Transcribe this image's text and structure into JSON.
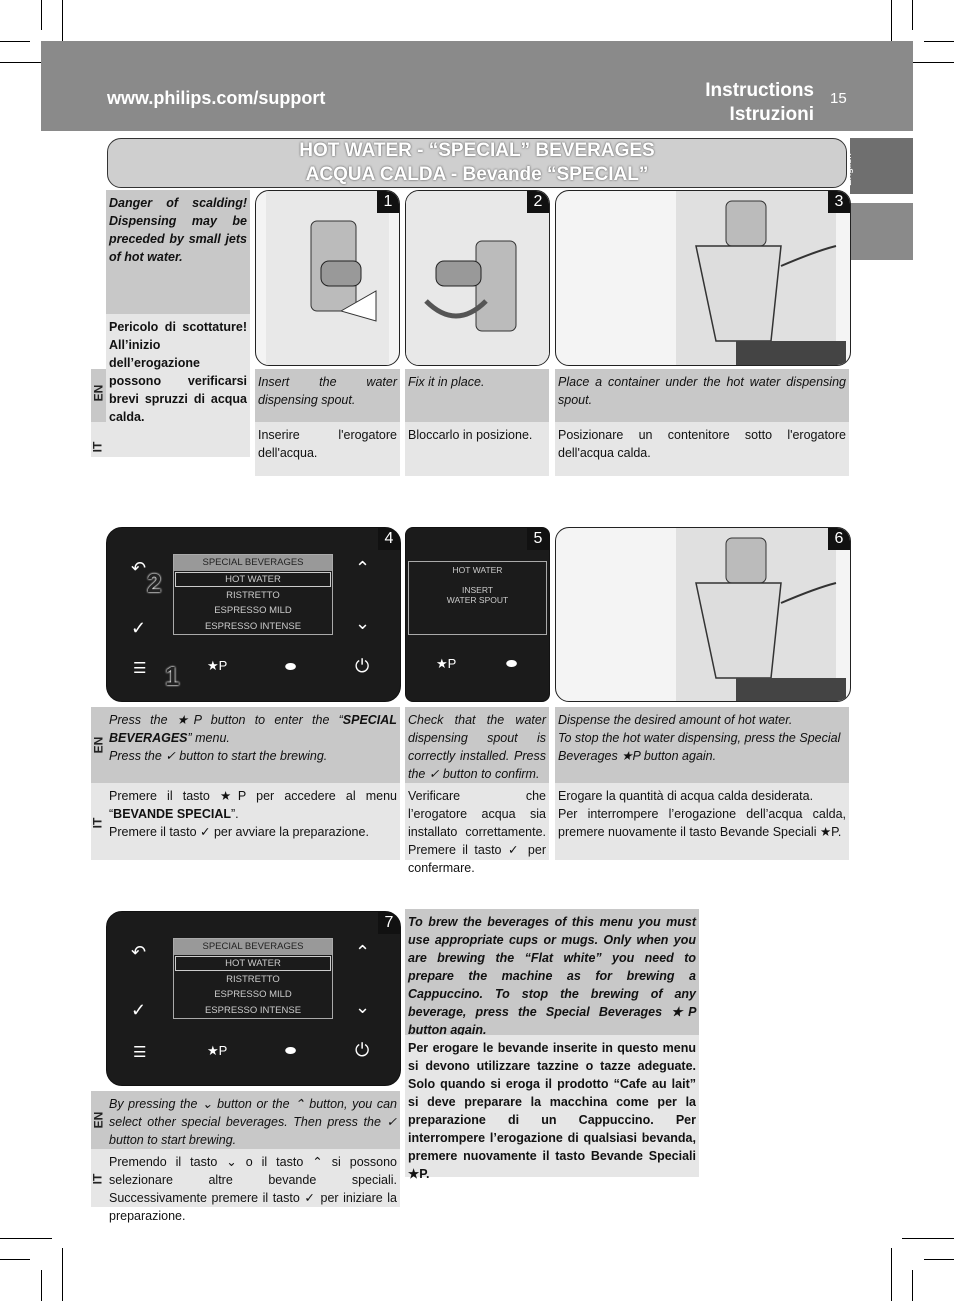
{
  "header": {
    "url": "www.philips.com/support",
    "instructions": "Instructions",
    "istruzioni": "Istruzioni",
    "page_number": "15"
  },
  "lang_tabs": {
    "english": "English",
    "italiano": "Italiano"
  },
  "title": {
    "line1": "HOT WATER - “SPECIAL” BEVERAGES",
    "line2": "ACQUA CALDA - Bevande “SPECIAL”"
  },
  "labels": {
    "en": "EN",
    "it": "IT"
  },
  "warning": {
    "en": "Danger of scalding! Dispensing may be preceded by small jets of hot water.",
    "it": "Pericolo di scottature! All’inizio dell’erogazione possono verificarsi brevi spruzzi di acqua calda."
  },
  "steps": {
    "s1": {
      "num": "1",
      "en": "Insert the water dispensing spout.",
      "it": "Inserire l'erogatore dell'acqua."
    },
    "s2": {
      "num": "2",
      "en": "Fix it in place.",
      "it": "Bloccarlo in posizione."
    },
    "s3": {
      "num": "3",
      "en": "Place a container under the hot water dispensing spout.",
      "it": "Posizionare un contenitore sotto l'erogatore dell'acqua calda."
    },
    "s4": {
      "num": "4",
      "en_a": "Press the",
      "en_b": "button to enter the “",
      "en_bold": "SPECIAL BEVERAGES",
      "en_c": "” menu.",
      "en_d": "Press the",
      "en_e": "button to start the brewing.",
      "it_a": "Premere il tasto",
      "it_b": "per accedere al menu “",
      "it_bold": "BEVANDE SPECIAL",
      "it_c": "”.",
      "it_d": "Premere il tasto",
      "it_e": "per avviare la preparazione."
    },
    "s5": {
      "num": "5",
      "en_a": "Check that the water dispensing spout is correctly installed. Press the",
      "en_b": "button to confirm.",
      "it_a": "Verificare che l’erogatore acqua sia installato correttamente. Premere il tasto",
      "it_b": "per confermare."
    },
    "s6": {
      "num": "6",
      "en_a": "Dispense the desired amount of hot water.",
      "en_b": "To stop the hot water dispensing, press the Special Beverages",
      "en_c": "button again.",
      "it_a": "Erogare la quantità di acqua calda desiderata.",
      "it_b": "Per interrompere l’erogazione dell’acqua calda, premere nuovamente il tasto Bevande Speciali",
      "it_c": "."
    },
    "s7": {
      "num": "7",
      "en_a": "By pressing the",
      "en_b": "button or the",
      "en_c": "button, you can select other special beverages. Then press the",
      "en_d": "button to start brewing.",
      "it_a": "Premendo il tasto",
      "it_b": "o il tasto",
      "it_c": "si possono selezionare altre bevande speciali. Successivamente premere il tasto",
      "it_d": "per iniziare la preparazione."
    }
  },
  "display_menu": {
    "header": "SPECIAL BEVERAGES",
    "items": [
      "HOT WATER",
      "RISTRETTO",
      "ESPRESSO MILD",
      "ESPRESSO INTENSE"
    ]
  },
  "display5": {
    "line1": "HOT WATER",
    "line2": "INSERT",
    "line3": "WATER SPOUT"
  },
  "callouts": {
    "one": "1",
    "two": "2"
  },
  "note": {
    "en_a": "To brew the beverages of this menu you must use appropriate cups or mugs. Only when you are brewing the “Flat white” you need to prepare the machine as for brewing a Cappuccino. To stop the brewing of any beverage, press the Special Beverages",
    "en_b": "button again.",
    "it_a": "Per erogare le bevande inserite in questo menu si devono utilizzare tazzine o tazze adeguate. Solo quando si eroga il prodotto “Cafe au lait” si deve preparare la macchina come per la preparazione di un Cappuccino. Per interrompere l’erogazione di qualsiasi bevanda, premere nuovamente il tasto Bevande Speciali",
    "it_b": "."
  },
  "colors": {
    "header_gray": "#8a8a8a",
    "en_bg": "#c8c8c8",
    "it_bg": "#e6e6e6",
    "panel": "#1b1b1b"
  }
}
